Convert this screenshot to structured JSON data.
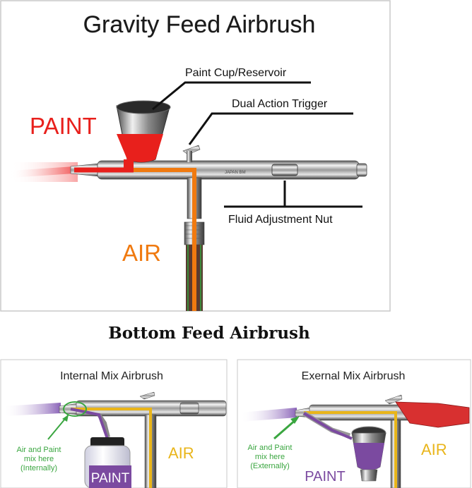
{
  "top_panel": {
    "title": "Gravity Feed Airbrush",
    "paint_label": "PAINT",
    "air_label": "AIR",
    "callout_cup": "Paint Cup/Reservoir",
    "callout_trigger": "Dual Action Trigger",
    "callout_nut": "Fluid Adjustment Nut",
    "body_engraving": "JAPAN  BM"
  },
  "section_heading": "Bottom Feed Airbrush",
  "left_panel": {
    "title": "Internal Mix Airbrush",
    "mix_note": [
      "Air and Paint",
      "mix here",
      "(Internally)"
    ],
    "air_label": "AIR",
    "paint_label": "PAINT"
  },
  "right_panel": {
    "title": "Exernal Mix Airbrush",
    "mix_note": [
      "Air and Paint",
      "mix here",
      "(Externally)"
    ],
    "air_label": "AIR",
    "paint_label": "PAINT"
  },
  "colors": {
    "paint_red": "#e8201c",
    "air_orange": "#f07a10",
    "air_yellow": "#e9b51a",
    "paint_purple": "#7b4aa0",
    "note_green": "#3aa640"
  }
}
